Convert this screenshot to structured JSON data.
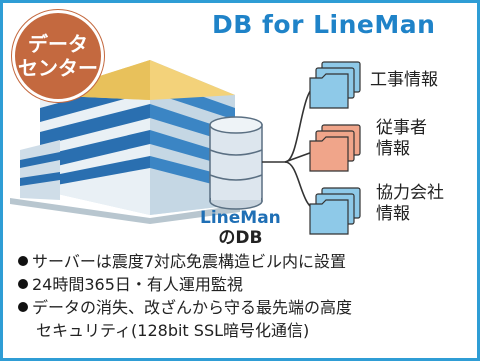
{
  "title": "DB for LineMan",
  "badge": {
    "line1": "データ",
    "line2": "センター"
  },
  "database": {
    "name": "LineMan",
    "suffix": "のDB"
  },
  "folders": [
    {
      "label_lines": [
        "工事情報"
      ],
      "color": "#8ec9e8"
    },
    {
      "label_lines": [
        "従事者",
        "情報"
      ],
      "color": "#f0a58a"
    },
    {
      "label_lines": [
        "協力会社",
        "情報"
      ],
      "color": "#8ec9e8"
    }
  ],
  "bullets": [
    "サーバーは震度7対応免震構造ビル内に設置",
    "24時間365日・有人運用監視",
    "データの消失、改ざんから守る最先端の高度"
  ],
  "bullet_continuation": "セキュリティ(128bit SSL暗号化通信)",
  "colors": {
    "border": "#2f9dd5",
    "title": "#1f83c8",
    "badge": "#c4693f"
  }
}
